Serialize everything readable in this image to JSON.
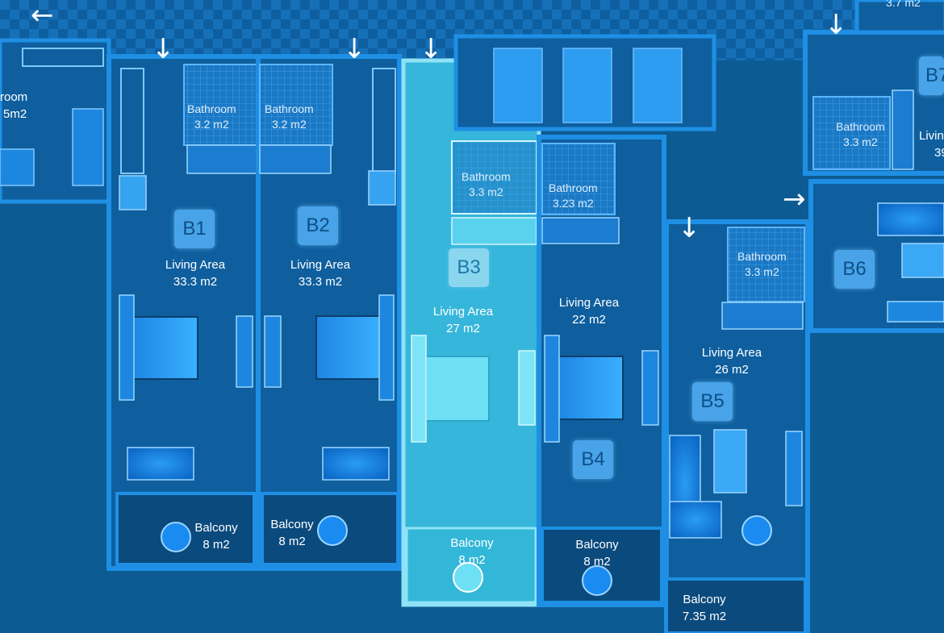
{
  "selected_unit": "B3",
  "colors": {
    "background": "#0d5b93",
    "wall": "#1e8fe4",
    "selected_highlight": "#3ec7e6",
    "fixture": "#2f9ef0",
    "text": "#ffffff"
  },
  "units": [
    {
      "id": "B1",
      "living_title": "Living Area",
      "living_area": "33.3 m2",
      "bathroom_title": "Bathroom",
      "bathroom_area": "3.2 m2",
      "balcony_title": "Balcony",
      "balcony_area": "8 m2"
    },
    {
      "id": "B2",
      "living_title": "Living Area",
      "living_area": "33.3 m2",
      "bathroom_title": "Bathroom",
      "bathroom_area": "3.2 m2",
      "balcony_title": "Balcony",
      "balcony_area": "8 m2"
    },
    {
      "id": "B3",
      "living_title": "Living Area",
      "living_area": "27 m2",
      "bathroom_title": "Bathroom",
      "bathroom_area": "3.3 m2",
      "balcony_title": "Balcony",
      "balcony_area": "8 m2"
    },
    {
      "id": "B4",
      "living_title": "Living Area",
      "living_area": "22 m2",
      "bathroom_title": "Bathroom",
      "bathroom_area": "3.23 m2",
      "balcony_title": "Balcony",
      "balcony_area": "8 m2"
    },
    {
      "id": "B5",
      "living_title": "Living Area",
      "living_area": "26 m2",
      "bathroom_title": "Bathroom",
      "bathroom_area": "3.3 m2",
      "balcony_title": "Balcony",
      "balcony_area": "7.35 m2"
    },
    {
      "id": "B6"
    },
    {
      "id": "B7",
      "living_title": "Livin",
      "living_area": "39",
      "bathroom_title": "Bathroom",
      "bathroom_area": "3.3 m2"
    }
  ],
  "partial_left": {
    "title": "room",
    "area": "5m2"
  },
  "partial_top_right": {
    "area": "3.7 m2"
  },
  "entry_arrows": [
    "arrow-left",
    "arrow-down",
    "arrow-down",
    "arrow-down",
    "arrow-down",
    "arrow-down",
    "arrow-right"
  ]
}
